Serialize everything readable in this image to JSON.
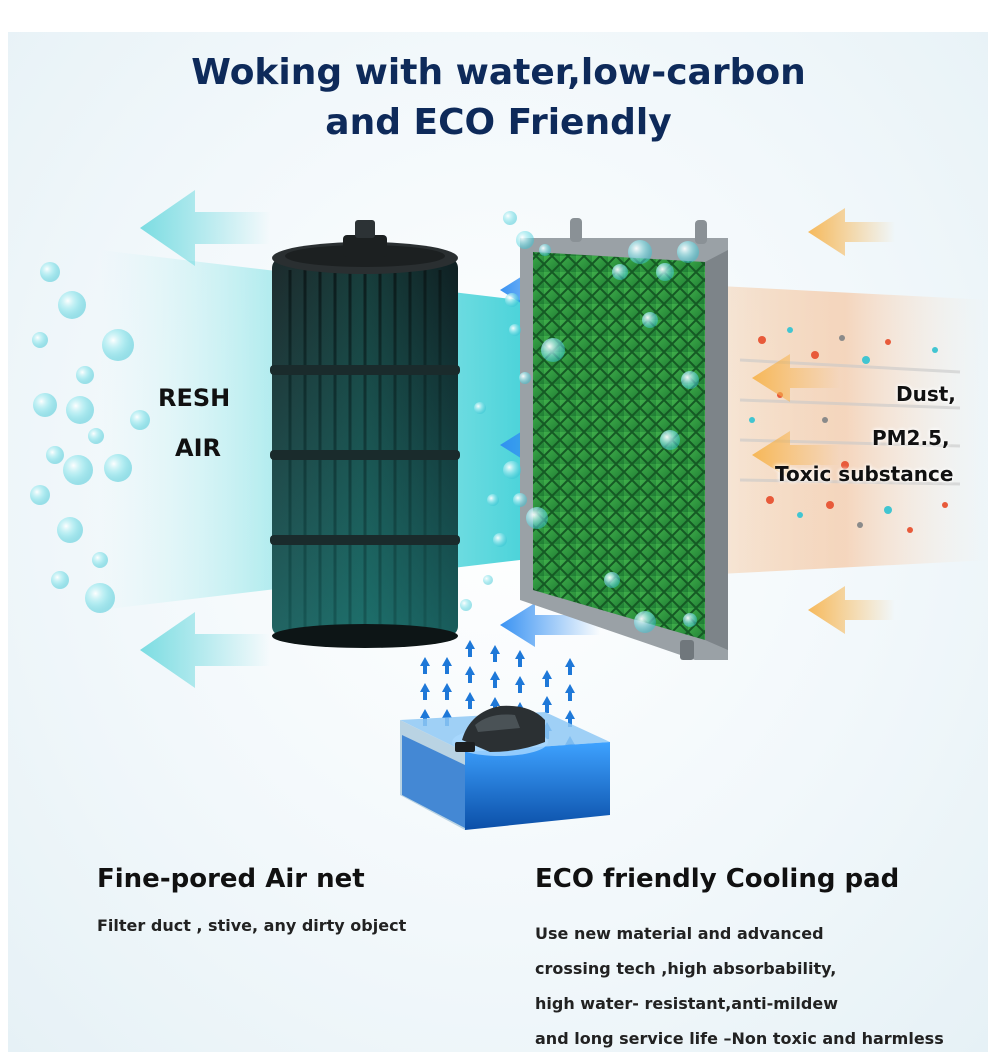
{
  "title": {
    "line1": "Woking with water,low-carbon",
    "line2": "and ECO Friendly"
  },
  "labels": {
    "fresh_line1": "RESH",
    "fresh_line2": "AIR",
    "dust": "Dust,",
    "pm": "PM2.5,",
    "toxic": "Toxic substance"
  },
  "features": {
    "air_net": {
      "heading": "Fine-pored Air net",
      "description": "Filter duct , stive, any dirty object"
    },
    "cooling_pad": {
      "heading": "ECO friendly Cooling pad",
      "description_lines": [
        "Use new material and advanced",
        "crossing tech ,high absorbability,",
        "high water- resistant,anti-mildew",
        "and long service life –Non toxic and harmless"
      ]
    }
  },
  "icons": {
    "fresh_air_arrow": "arrow-left-icon",
    "dirty_air_arrow": "arrow-left-icon",
    "water_up_arrow": "arrow-up-icon"
  },
  "colors": {
    "title": "#0e2a5a",
    "fresh_air": "#5fd6dc",
    "dirty_air": "#f6b24a",
    "water": "#1e78d8",
    "pad_green": "#2f9e3f"
  }
}
